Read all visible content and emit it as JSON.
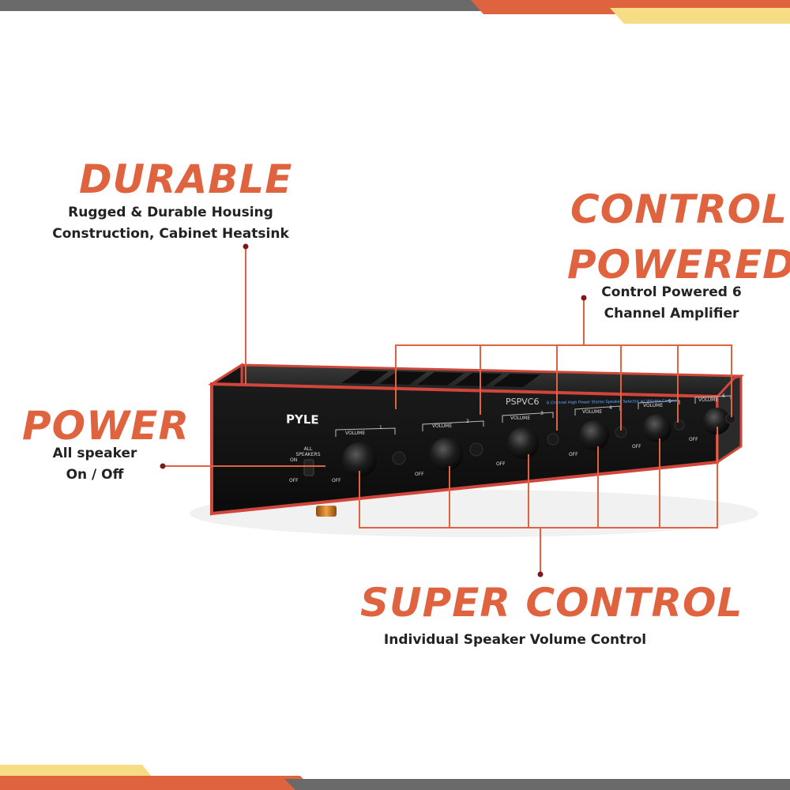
{
  "colors": {
    "accent": "#e0633f",
    "stripe_gray": "#666666",
    "stripe_yellow": "#f6dc84",
    "text": "#222222"
  },
  "durable": {
    "title": "DURABLE",
    "line1": "Rugged & Durable Housing",
    "line2": "Construction, Cabinet Heatsink"
  },
  "control_powered": {
    "title1": "CONTROL",
    "title2": "POWERED",
    "line1": "Control Powered 6",
    "line2": "Channel Amplifier"
  },
  "power": {
    "title": "POWER",
    "line1": "All speaker",
    "line2": "On / Off"
  },
  "super_control": {
    "title": "SUPER CONTROL",
    "line1": "Individual Speaker Volume Control"
  },
  "device": {
    "brand": "PYLE",
    "model": "PSPVC6",
    "subtitle": "6 Channel High Power Stereo Speaker Selector w/ Volume Control",
    "all_speakers": "ALL SPEAKERS",
    "on": "ON",
    "off": "OFF",
    "volume": "VOLUME",
    "channels": [
      "1",
      "2",
      "3",
      "4",
      "5",
      "6"
    ]
  }
}
